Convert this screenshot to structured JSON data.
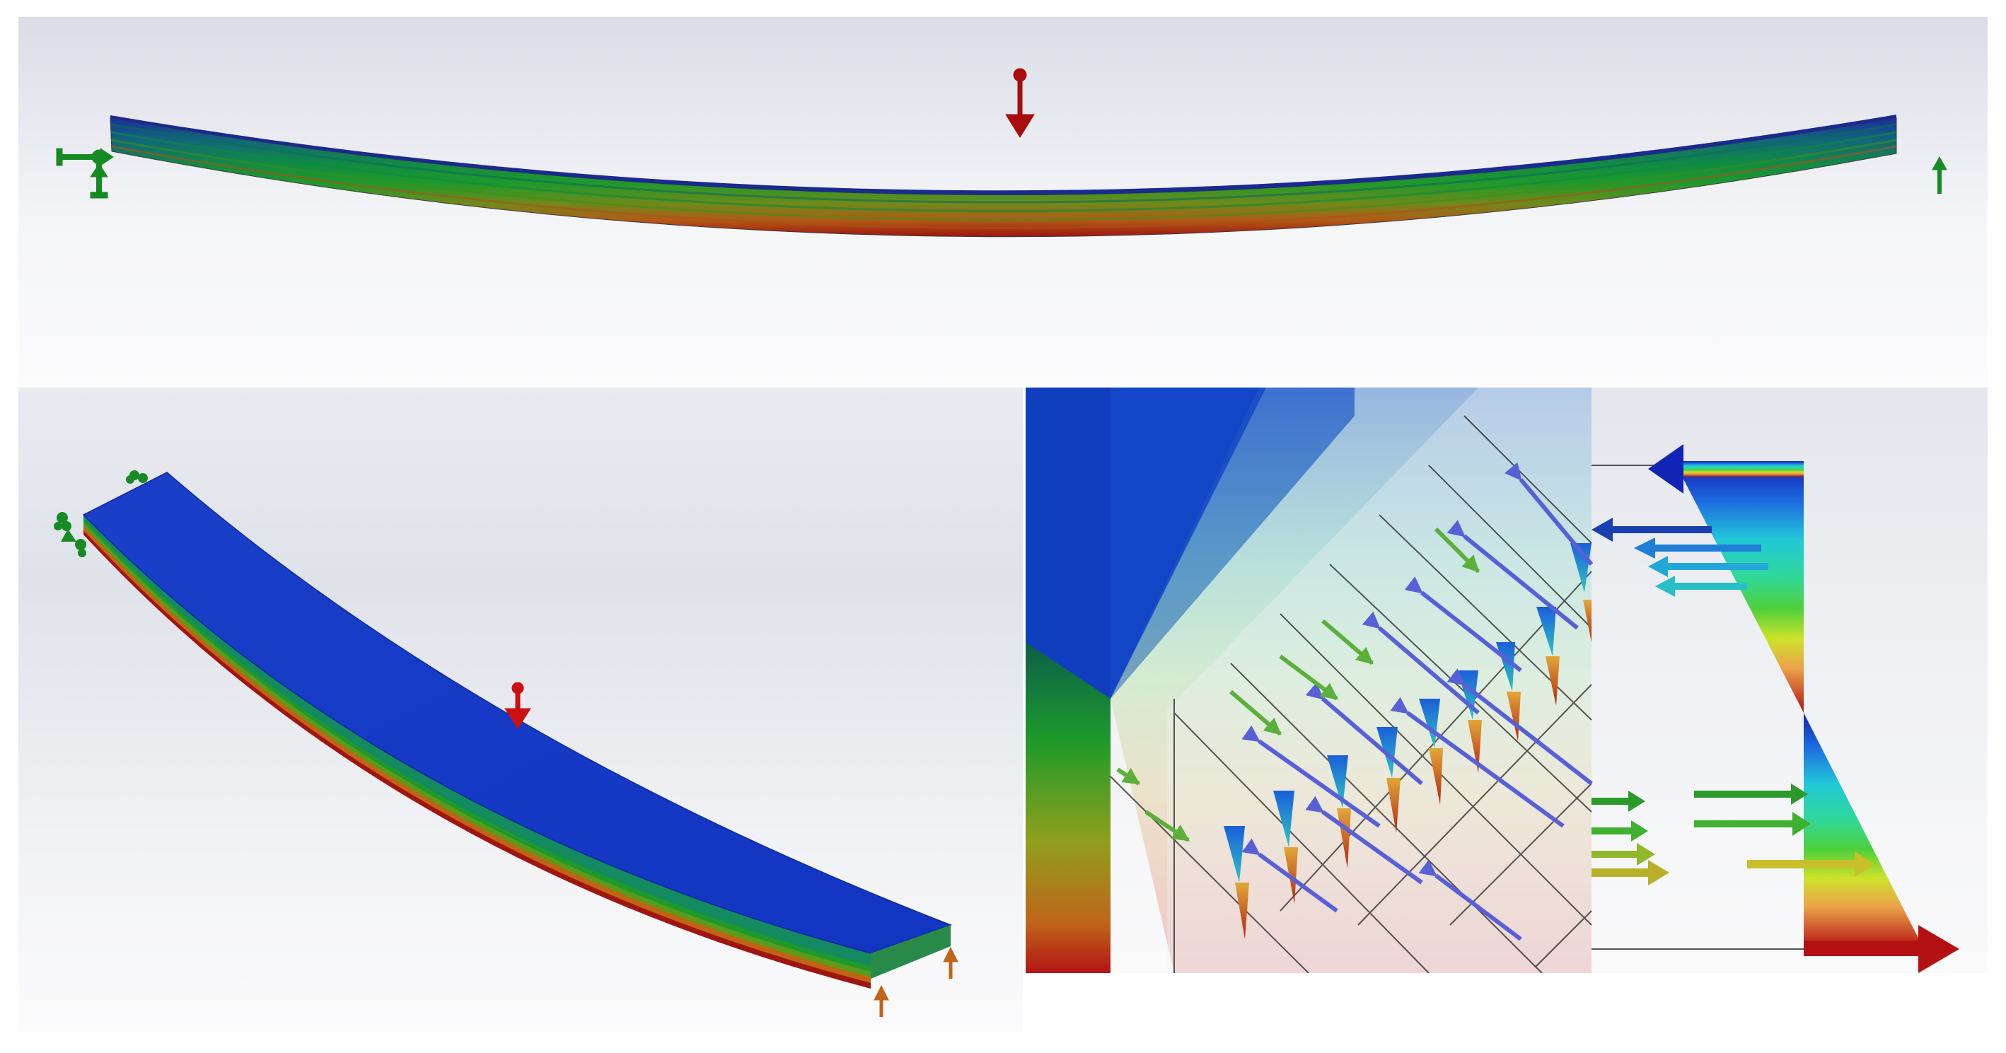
{
  "figure": {
    "panels": [
      {
        "id": "front-view",
        "description_visible": false
      },
      {
        "id": "isometric-view",
        "description_visible": false
      },
      {
        "id": "section-detail",
        "description_visible": false
      }
    ]
  },
  "colors": {
    "viewport_bg_top": "#dfe2ea",
    "viewport_bg_mid": "#ffffff",
    "stress_min": "#0b2ab8",
    "stress_mid": "#1fae3a",
    "stress_yellow": "#e9e021",
    "stress_max": "#b21414",
    "fixture_green": "#168a23",
    "load_red": "#a80c0c",
    "reaction_orange": "#c0651a"
  },
  "icons": {
    "pin_support": "fixed-hinge-icon",
    "roller_support": "roller-support-icon",
    "point_load": "downward-force-arrow-icon",
    "reaction": "upward-reaction-arrow-icon"
  },
  "stress_distribution": {
    "compression_side": "top",
    "tension_side": "bottom",
    "levels": [
      1,
      0.75,
      0.5,
      0.25,
      0,
      -0.25,
      -0.5,
      -0.75,
      -1
    ]
  }
}
